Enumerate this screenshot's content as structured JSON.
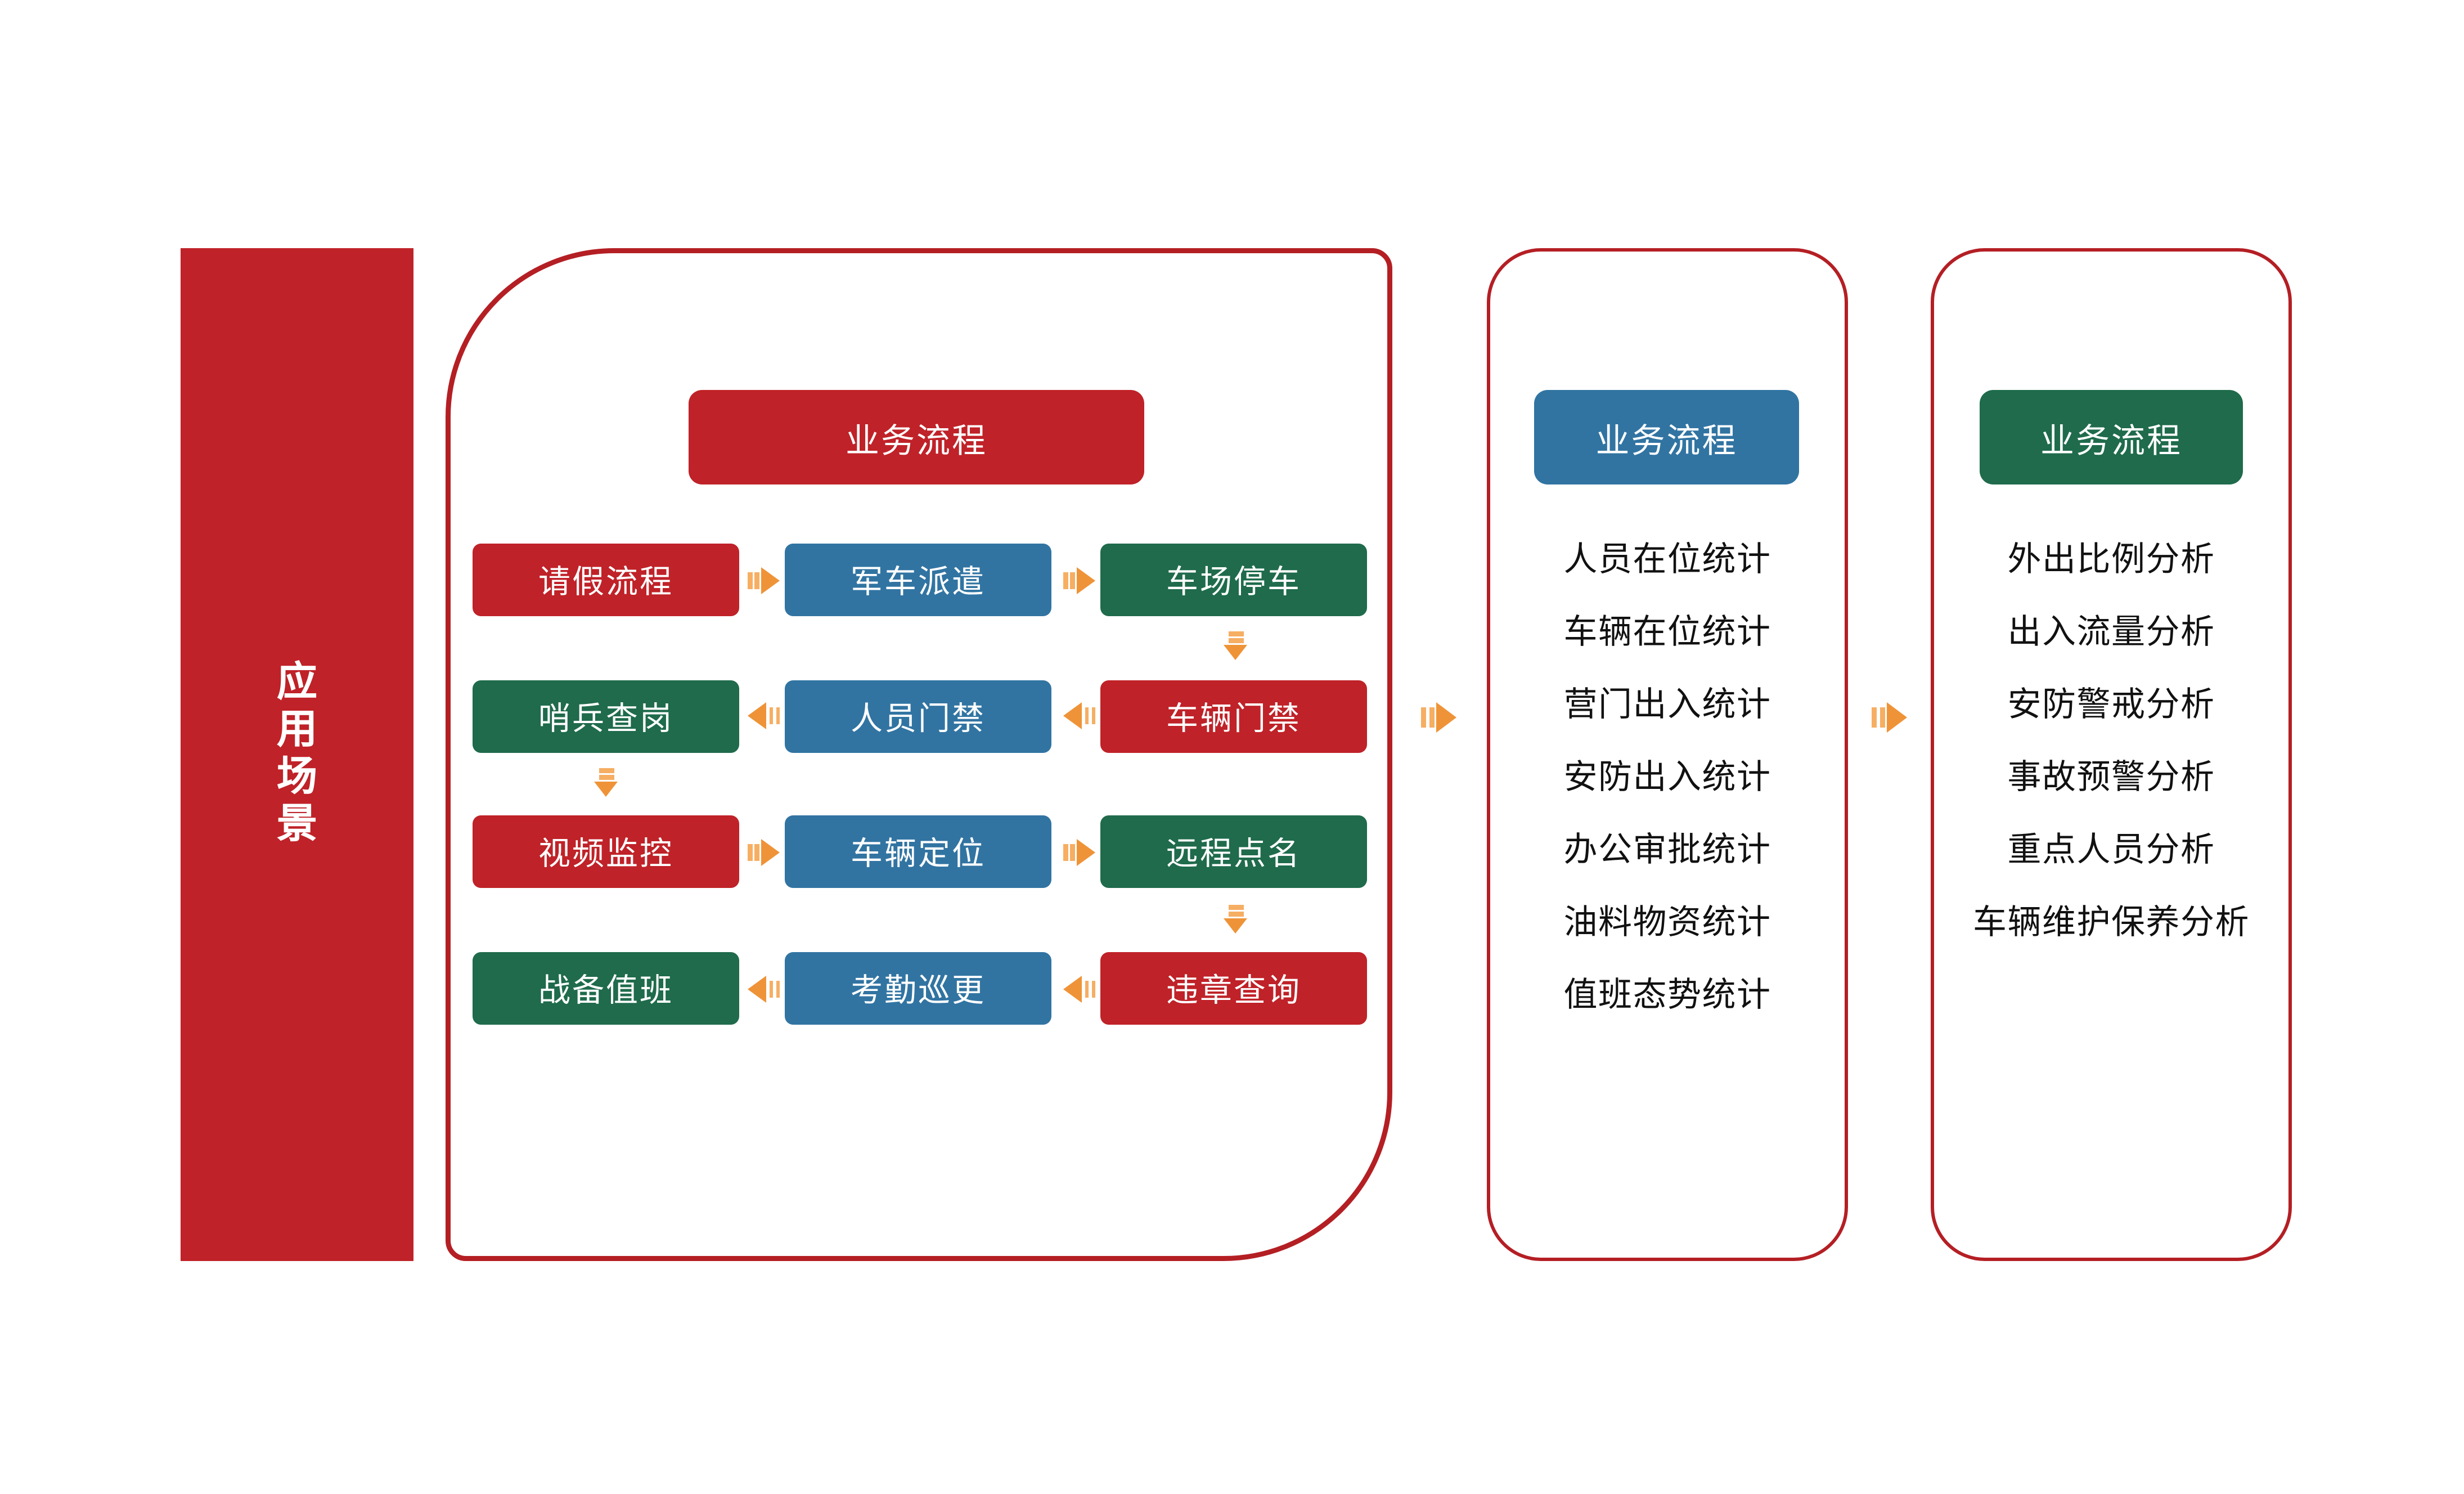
{
  "colors": {
    "red": "#bf2228",
    "blue": "#3174a2",
    "green": "#1f6b4c",
    "orange": "#ef9338",
    "orange_light": "#f6ae63",
    "border_red": "#b41f24"
  },
  "banner": {
    "label": "应用场景",
    "chars": [
      "应",
      "用",
      "场",
      "景"
    ]
  },
  "main_panel": {
    "header_label": "业务流程",
    "rows": [
      {
        "direction": "right",
        "boxes": [
          {
            "label": "请假流程",
            "color": "red"
          },
          {
            "label": "军车派遣",
            "color": "blue"
          },
          {
            "label": "车场停车",
            "color": "green"
          }
        ]
      },
      {
        "direction": "left",
        "boxes": [
          {
            "label": "哨兵查岗",
            "color": "green"
          },
          {
            "label": "人员门禁",
            "color": "blue"
          },
          {
            "label": "车辆门禁",
            "color": "red"
          }
        ]
      },
      {
        "direction": "right",
        "boxes": [
          {
            "label": "视频监控",
            "color": "red"
          },
          {
            "label": "车辆定位",
            "color": "blue"
          },
          {
            "label": "远程点名",
            "color": "green"
          }
        ]
      },
      {
        "direction": "left",
        "boxes": [
          {
            "label": "战备值班",
            "color": "green"
          },
          {
            "label": "考勤巡更",
            "color": "blue"
          },
          {
            "label": "违章查询",
            "color": "red"
          }
        ]
      }
    ]
  },
  "stats_panel": {
    "header_label": "业务流程",
    "items": [
      "人员在位统计",
      "车辆在位统计",
      "营门出入统计",
      "安防出入统计",
      "办公审批统计",
      "油料物资统计",
      "值班态势统计"
    ]
  },
  "analysis_panel": {
    "header_label": "业务流程",
    "items": [
      "外出比例分析",
      "出入流量分析",
      "安防警戒分析",
      "事故预警分析",
      "重点人员分析",
      "车辆维护保养分析"
    ]
  }
}
